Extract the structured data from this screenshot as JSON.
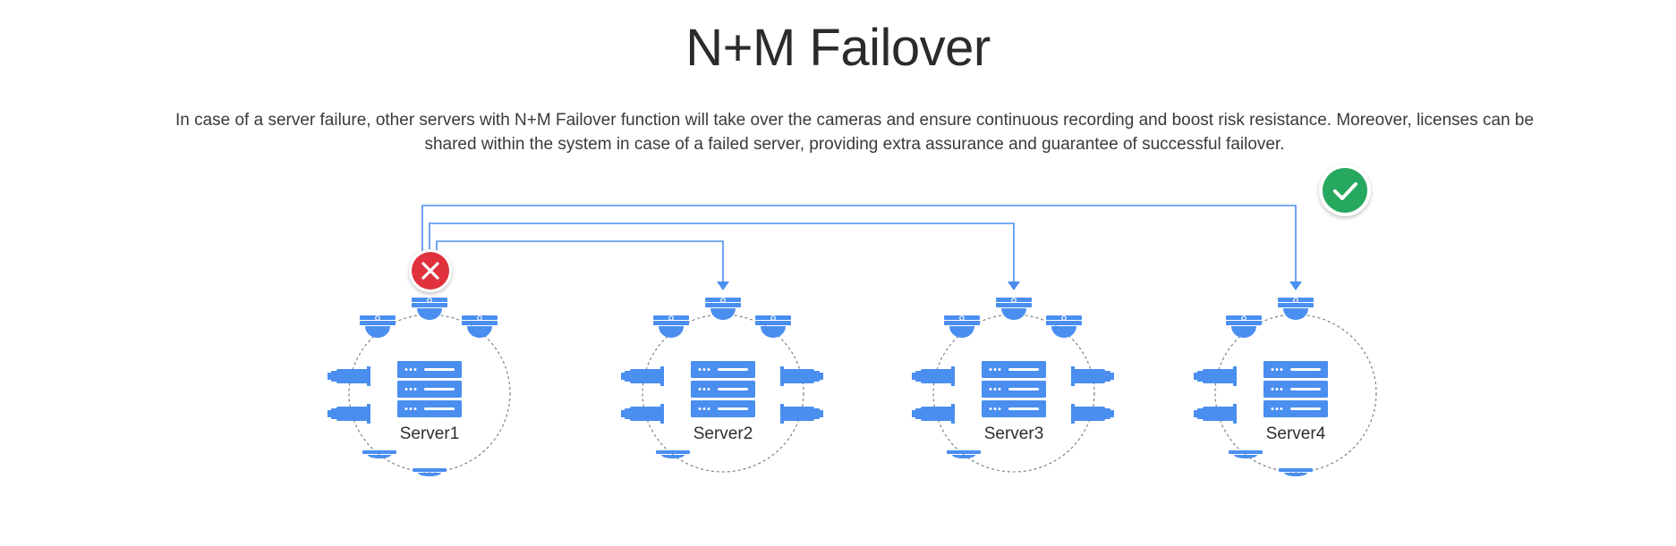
{
  "title": "N+M Failover",
  "description": "In case of a server failure, other servers with N+M Failover function will take over the cameras and ensure continuous recording and boost risk resistance. Moreover, licenses can be shared within the system in case of a failed server, providing extra assurance and guarantee of successful failover.",
  "colors": {
    "accent": "#4a8ef0",
    "fail": "#e0303d",
    "ok": "#27a85f"
  },
  "servers": [
    {
      "label": "Server1",
      "status": "failed",
      "status_icon": "x-icon"
    },
    {
      "label": "Server2",
      "status": "active"
    },
    {
      "label": "Server3",
      "status": "active"
    },
    {
      "label": "Server4",
      "status": "active",
      "status_icon": "check-icon"
    }
  ]
}
